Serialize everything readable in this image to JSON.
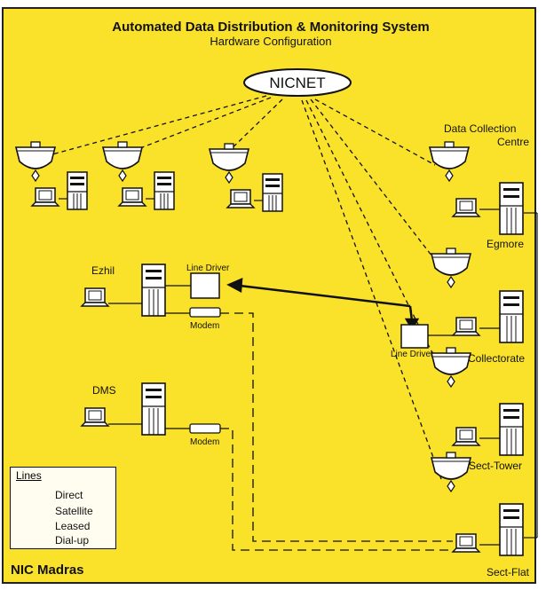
{
  "title": "Automated Data Distribution & Monitoring System",
  "subtitle": "Hardware Configuration",
  "hub": "NICNET",
  "sites": {
    "data_collection": "Data Collection",
    "centre": "Centre",
    "egmore": "Egmore",
    "collectorate": "Collectorate",
    "sect_tower": "Sect-Tower",
    "sect_flat": "Sect-Flat"
  },
  "nodes": {
    "ezhil": "Ezhil",
    "dms": "DMS",
    "line_driver": "Line Driver",
    "line_driver_right": "Line Driver",
    "modem_1": "Modem",
    "modem_2": "Modem"
  },
  "legend": {
    "title": "Lines",
    "direct": "Direct",
    "satellite": "Satellite",
    "leased": "Leased",
    "dialup": "Dial-up"
  },
  "footer": "NIC Madras",
  "colors": {
    "background": "#fbe22a",
    "ink": "#111111"
  }
}
